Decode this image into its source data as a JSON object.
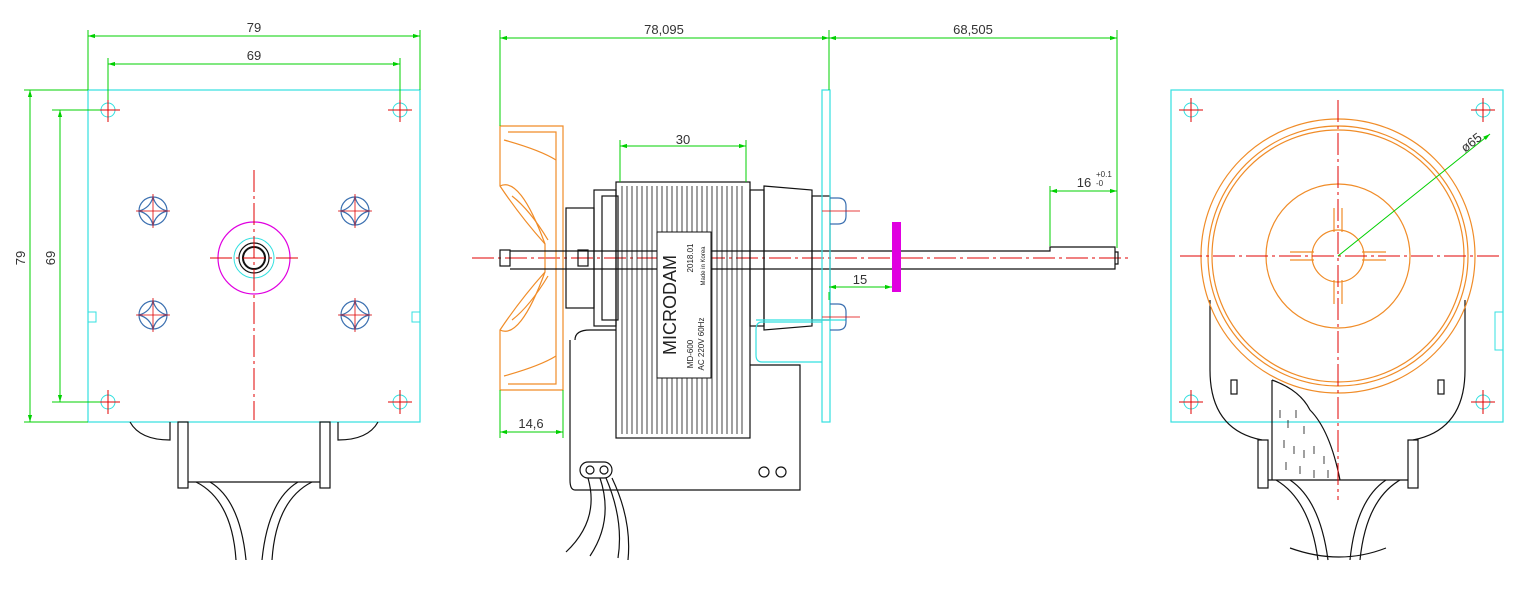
{
  "colors": {
    "dimension": "#00d000",
    "outline": "#33e0e0",
    "centerline": "#e00000",
    "fan": "#f08c28",
    "hub": "#e000e0",
    "body": "#111111"
  },
  "front_view": {
    "width_outer": "79",
    "width_holes": "69",
    "height_outer": "79",
    "height_holes": "69"
  },
  "side_view": {
    "length_left": "78,095",
    "length_right": "68,505",
    "core_width": "30",
    "fan_depth": "14,6",
    "hub_offset": "15",
    "flat_length": "16",
    "tol_plus": "+0.1",
    "tol_minus": "-0",
    "label_brand": "MICRODAM",
    "label_date": "2018.01",
    "label_model": "MD-600",
    "label_rating": "AC 220V 60Hz",
    "label_origin": "Made in Korea"
  },
  "rear_view": {
    "diameter": "ø65"
  }
}
